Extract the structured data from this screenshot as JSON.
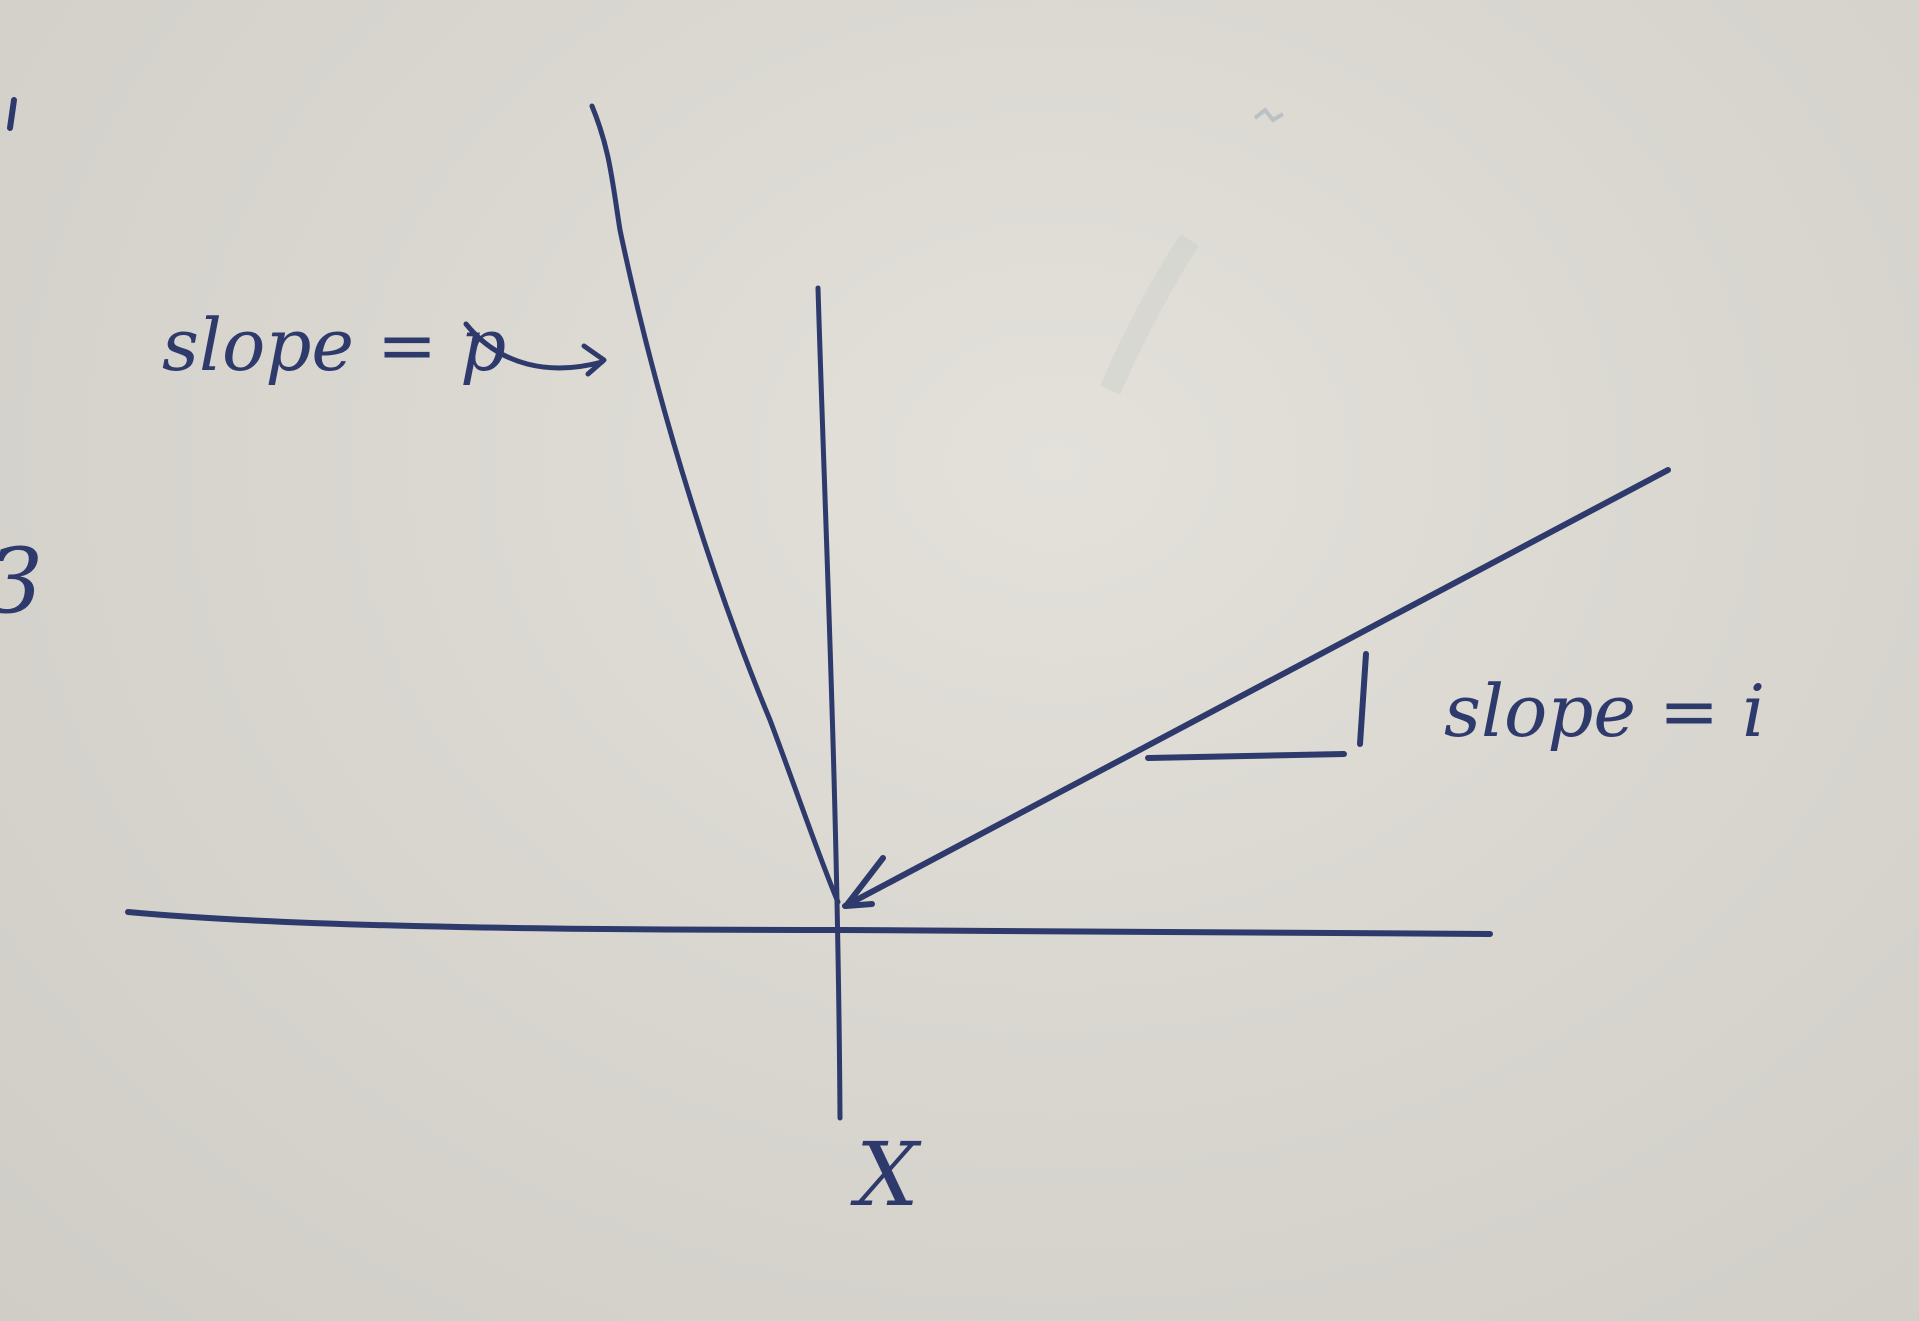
{
  "diagram": {
    "left_slope_label": "slope = p",
    "right_slope_label": "slope = i",
    "slope_triangle_rise": "1",
    "point_label": "X",
    "margin_marks": {
      "top": "1",
      "middle": "3"
    },
    "ink_color": "#2e3a6b",
    "board_color": "#d8d6cf"
  }
}
